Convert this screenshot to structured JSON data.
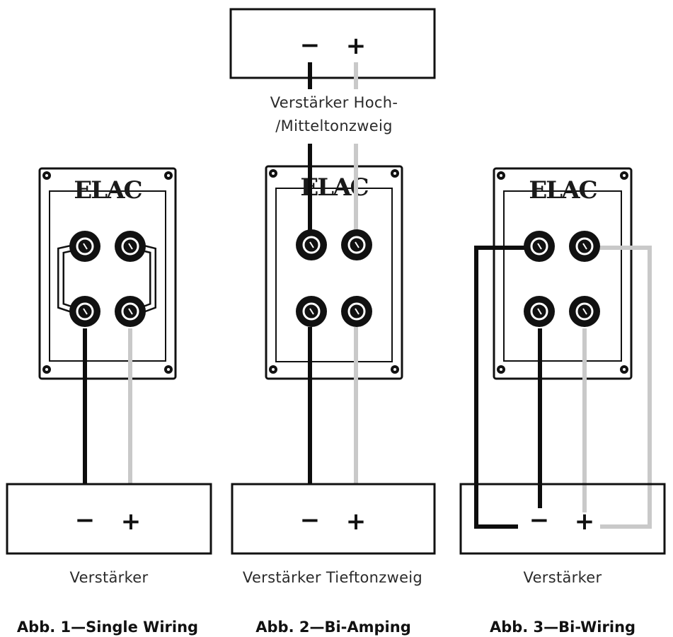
{
  "logo_text": "ELAC",
  "signs": {
    "minus": "−",
    "plus": "+"
  },
  "panels": [
    {
      "id": "single-wiring",
      "amp_label": "Verstärker",
      "caption": "Abb. 1—Single Wiring"
    },
    {
      "id": "bi-amping",
      "top_amp_label_line1": "Verstärker Hoch-",
      "top_amp_label_line2": "/Mitteltonzweig",
      "amp_label": "Verstärker Tieftonzweig",
      "caption": "Abb. 2—Bi-Amping"
    },
    {
      "id": "bi-wiring",
      "amp_label": "Verstärker",
      "caption": "Abb. 3—Bi-Wiring"
    }
  ],
  "colors": {
    "negative_wire": "#0d0d0d",
    "positive_wire": "#c9c9c9"
  }
}
